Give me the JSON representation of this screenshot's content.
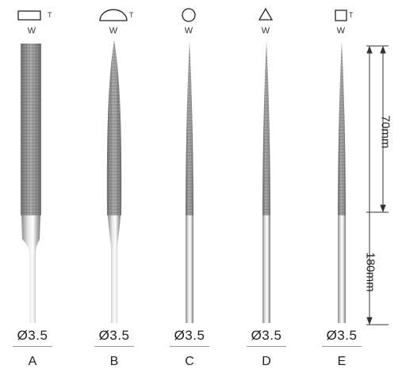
{
  "files": [
    {
      "letter": "A",
      "diameter": "Ø3.5",
      "w_label": "W",
      "t_label": "T",
      "shape": "rectangle-icon",
      "profile": "flat"
    },
    {
      "letter": "B",
      "diameter": "Ø3.5",
      "w_label": "W",
      "t_label": "T",
      "shape": "half-round-icon",
      "profile": "half-round"
    },
    {
      "letter": "C",
      "diameter": "Ø3.5",
      "w_label": "W",
      "t_label": "",
      "shape": "circle-icon",
      "profile": "round"
    },
    {
      "letter": "D",
      "diameter": "Ø3.5",
      "w_label": "W",
      "t_label": "",
      "shape": "triangle-icon",
      "profile": "triangular"
    },
    {
      "letter": "E",
      "diameter": "Ø3.5",
      "w_label": "W",
      "t_label": "T",
      "shape": "square-icon",
      "profile": "square"
    }
  ],
  "dimensions": {
    "cut_length": "70mm",
    "total_length": "180mm"
  },
  "colors": {
    "abrasive": "#8a8a8a",
    "shank": "#b8b8b8",
    "outline": "#222222"
  }
}
